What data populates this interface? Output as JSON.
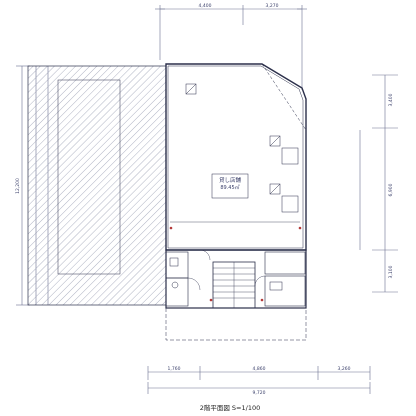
{
  "title": "2階平面図 S=1/100",
  "colors": {
    "line": "#2b2f4a",
    "dim": "#6c7090",
    "label": "#3a3f6a",
    "hatch": "#9aa0b4",
    "annotation": "#b43a3a"
  },
  "labels": {
    "room": "貸し店舗",
    "area": "89.45㎡"
  },
  "dims": {
    "top_left": "4,400",
    "top_right": "3,270",
    "bottom_left": "1,760",
    "bottom_mid": "4,860",
    "bottom_right": "3,260",
    "bottom_total": "9,720",
    "right_upper": "3,400",
    "right_mid": "6,900",
    "right_lower": "3,100",
    "left_main": "12,200"
  }
}
